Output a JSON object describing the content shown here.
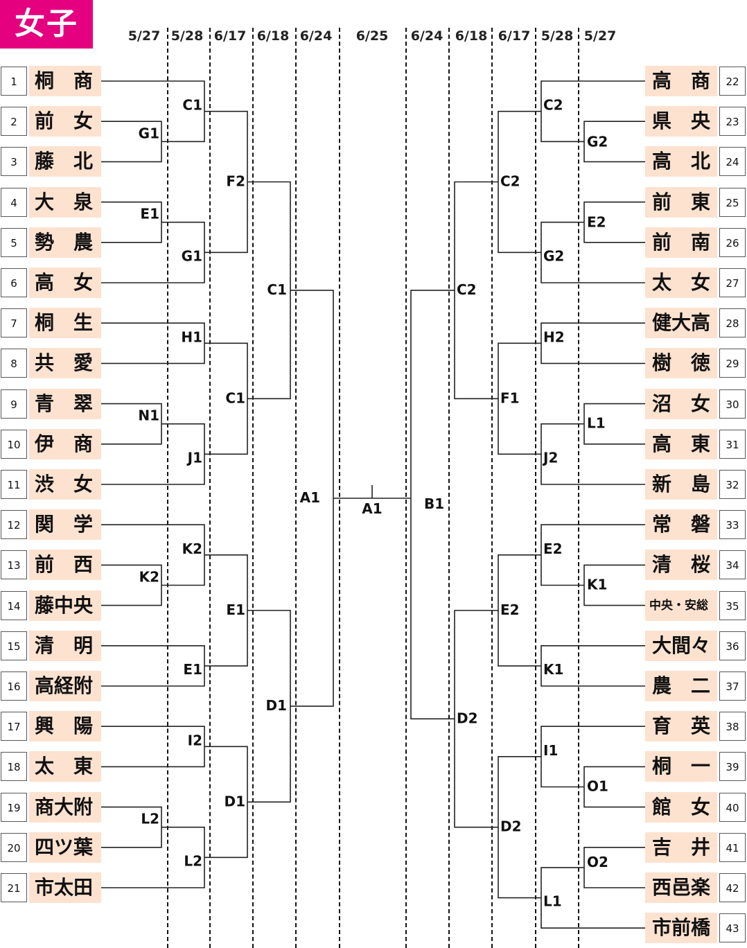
{
  "title": "女子",
  "dates": [
    "5/27",
    "5/28",
    "6/17",
    "6/18",
    "6/24",
    "6/25",
    "6/24",
    "6/18",
    "6/17",
    "5/28",
    "5/27"
  ],
  "left_teams": [
    {
      "no": "1",
      "name": "桐　商"
    },
    {
      "no": "2",
      "name": "前　女"
    },
    {
      "no": "3",
      "name": "藤　北"
    },
    {
      "no": "4",
      "name": "大　泉"
    },
    {
      "no": "5",
      "name": "勢　農"
    },
    {
      "no": "6",
      "name": "高　女"
    },
    {
      "no": "7",
      "name": "桐　生"
    },
    {
      "no": "8",
      "name": "共　愛"
    },
    {
      "no": "9",
      "name": "青　翠"
    },
    {
      "no": "10",
      "name": "伊　商"
    },
    {
      "no": "11",
      "name": "渋　女"
    },
    {
      "no": "12",
      "name": "関　学"
    },
    {
      "no": "13",
      "name": "前　西"
    },
    {
      "no": "14",
      "name": "藤中央"
    },
    {
      "no": "15",
      "name": "清　明"
    },
    {
      "no": "16",
      "name": "高経附"
    },
    {
      "no": "17",
      "name": "興　陽"
    },
    {
      "no": "18",
      "name": "太　東"
    },
    {
      "no": "19",
      "name": "商大附"
    },
    {
      "no": "20",
      "name": "四ツ葉"
    },
    {
      "no": "21",
      "name": "市太田"
    }
  ],
  "right_teams": [
    {
      "no": "22",
      "name": "高　商"
    },
    {
      "no": "23",
      "name": "県　央"
    },
    {
      "no": "24",
      "name": "高　北"
    },
    {
      "no": "25",
      "name": "前　東"
    },
    {
      "no": "26",
      "name": "前　南"
    },
    {
      "no": "27",
      "name": "太　女"
    },
    {
      "no": "28",
      "name": "健大高"
    },
    {
      "no": "29",
      "name": "樹　徳"
    },
    {
      "no": "30",
      "name": "沼　女"
    },
    {
      "no": "31",
      "name": "高　東"
    },
    {
      "no": "32",
      "name": "新　島"
    },
    {
      "no": "33",
      "name": "常　磐"
    },
    {
      "no": "34",
      "name": "清　桜"
    },
    {
      "no": "35",
      "name": "中央・安総"
    },
    {
      "no": "36",
      "name": "大間々"
    },
    {
      "no": "37",
      "name": "農　二"
    },
    {
      "no": "38",
      "name": "育　英"
    },
    {
      "no": "39",
      "name": "桐　一"
    },
    {
      "no": "40",
      "name": "館　女"
    },
    {
      "no": "41",
      "name": "吉　井"
    },
    {
      "no": "42",
      "name": "西邑楽"
    },
    {
      "no": "43",
      "name": "市前橋"
    }
  ],
  "match_labels": {
    "left_r1": [
      "G1",
      "E1",
      "N1",
      "K2",
      "L2"
    ],
    "left_r2": [
      "C1",
      "G1",
      "H1",
      "J1",
      "K2",
      "E1",
      "I2",
      "L2"
    ],
    "left_r3": [
      "F2",
      "C1",
      "E1",
      "D1"
    ],
    "left_r4": [
      "C1",
      "D1"
    ],
    "left_r5": "A1",
    "final": "A1",
    "right_r5": "B1",
    "right_r4": [
      "C2",
      "D2"
    ],
    "right_r3": [
      "C2",
      "F1",
      "E2",
      "D2"
    ],
    "right_r2": [
      "C2",
      "G2",
      "H2",
      "J2",
      "E2",
      "K1",
      "I1",
      "L1"
    ],
    "right_r1": [
      "G2",
      "E2",
      "L1",
      "K1",
      "O1",
      "O2"
    ]
  }
}
